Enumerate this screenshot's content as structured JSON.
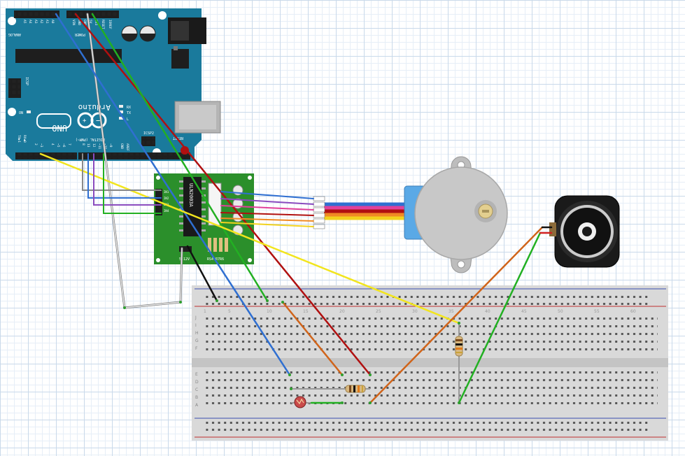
{
  "arduino": {
    "analog_header": "ANALOG IN",
    "power_header": "POWER",
    "pins_analog": [
      "A5",
      "A4",
      "A3",
      "A2",
      "A1",
      "A0"
    ],
    "pins_power": [
      "VIN",
      "GND",
      "GND",
      "5V",
      "3V3",
      "RESET",
      "IOREF"
    ],
    "icsp": "ICSP",
    "icsp2": "ICSP2",
    "on": "ON",
    "rx": "RX",
    "tx": "TX",
    "l": "L",
    "brand": "Arduino",
    "model": "UNO",
    "digital_header": "DIGITAL (PWM~)",
    "reset": "RESET",
    "aref": "AREF",
    "gnd": "GND",
    "tx_pin": "TX▶1",
    "rx_pin": "RX◀0",
    "digital_pins": [
      "13",
      "12",
      "~11",
      "~10",
      "~9",
      "8",
      "7",
      "~6",
      "~5",
      "4",
      "~3",
      "2"
    ]
  },
  "driver": {
    "chip": "ULN2003A",
    "rs_label": "RS4 R7R6",
    "pwr_label": "5-12V",
    "in_labels": [
      "IN1",
      "IN2",
      "IN3",
      "IN4"
    ]
  },
  "breadboard": {
    "col_numbers": [
      "1",
      "5",
      "10",
      "15",
      "20",
      "25",
      "30",
      "35",
      "40",
      "45",
      "50",
      "55",
      "60"
    ],
    "row_letters_top": [
      "J",
      "I",
      "H",
      "G",
      "F"
    ],
    "row_letters_bottom": [
      "E",
      "D",
      "C",
      "B",
      "A"
    ]
  },
  "wire_colors": {
    "blue": "#2f6fd1",
    "red": "#b01010",
    "green": "#22b022",
    "yellow": "#f2e51e",
    "orange": "#d0641a",
    "gray": "#8a8a8a",
    "white": "#e8e8e8",
    "black": "#111111",
    "purple": "#8a4bbf",
    "pink": "#e1409a",
    "motor_orange": "#f08a24",
    "motor_yellow": "#f2d21e"
  },
  "board_colors": {
    "arduino": "#1a7a9c",
    "driver": "#2b8f2b",
    "motor": "#c8c8c8",
    "motor_cap": "#5aa9e6"
  }
}
